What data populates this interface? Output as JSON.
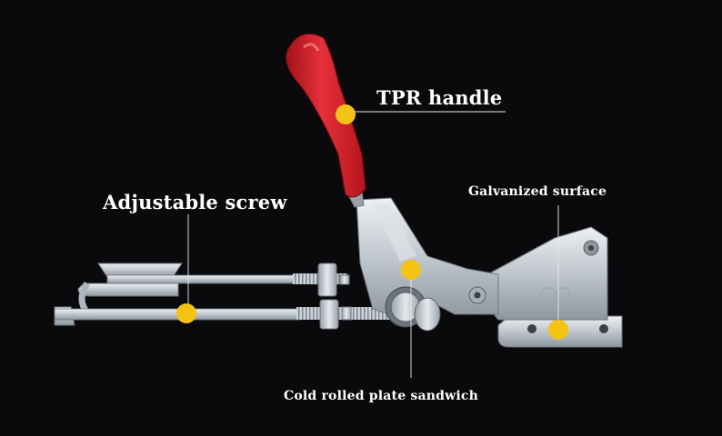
{
  "labels": {
    "handle": "TPR handle",
    "screw": "Adjustable screw",
    "surface": "Galvanized surface",
    "plate": "Cold rolled plate sandwich"
  },
  "colors": {
    "background": "#0a0a0d",
    "marker": "#f4c414",
    "handle_red": "#d8202a",
    "metal": "#c9cfd6",
    "leader_line": "#e8e8e8"
  }
}
